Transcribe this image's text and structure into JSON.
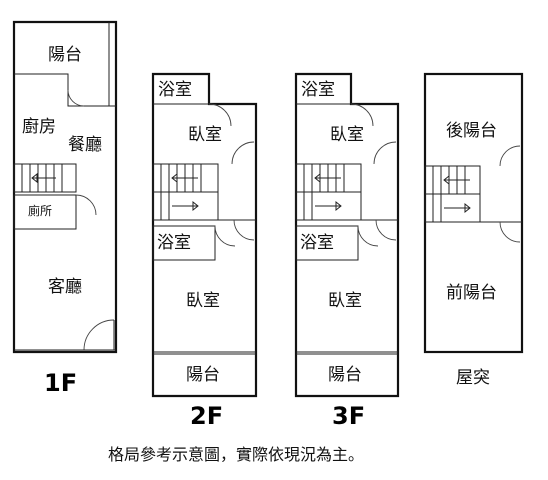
{
  "floor1": {
    "label": "1F",
    "balcony": "陽台",
    "kitchen": "廚房",
    "dining": "餐廳",
    "toilet": "廁所",
    "living": "客廳"
  },
  "floor2": {
    "label": "2F",
    "bath_top": "浴室",
    "bedroom_top": "臥室",
    "bath_mid": "浴室",
    "bedroom_bottom": "臥室",
    "balcony": "陽台"
  },
  "floor3": {
    "label": "3F",
    "bath_top": "浴室",
    "bedroom_top": "臥室",
    "bath_mid": "浴室",
    "bedroom_bottom": "臥室",
    "balcony": "陽台"
  },
  "roof": {
    "label": "屋突",
    "rear_balcony": "後陽台",
    "front_balcony": "前陽台"
  },
  "caption": "格局參考示意圖，實際依現況為主。"
}
